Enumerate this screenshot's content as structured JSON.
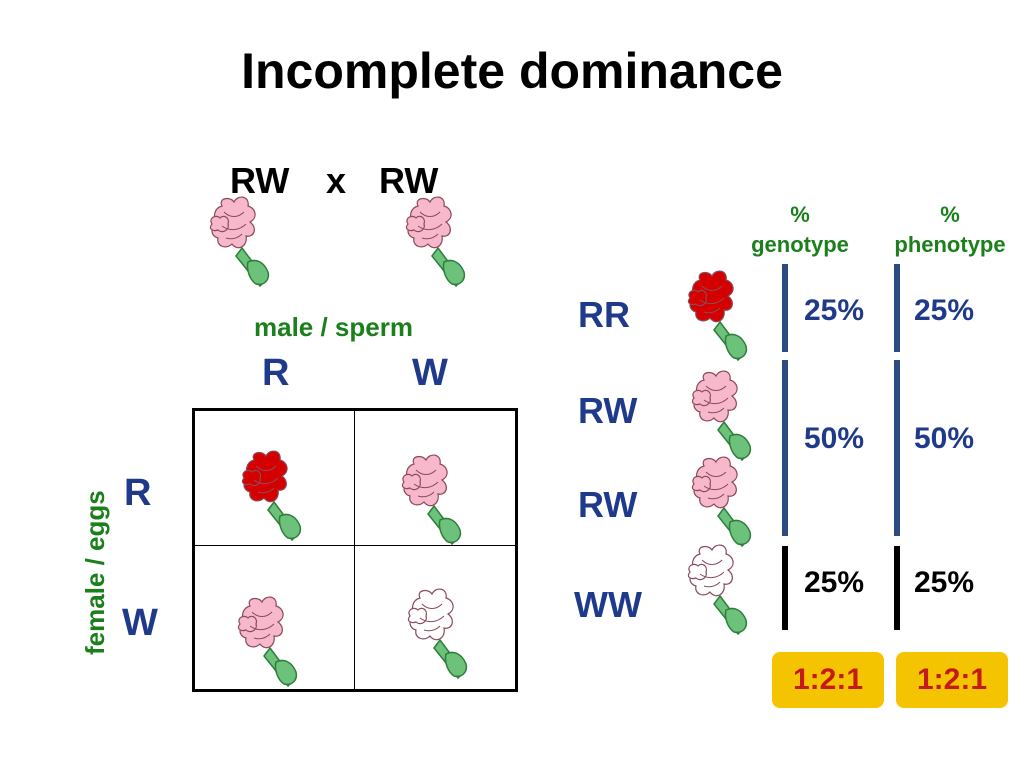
{
  "title": "Incomplete dominance",
  "cross": {
    "parent1": "RW",
    "operator": "x",
    "parent2": "RW"
  },
  "punnett": {
    "male_label": "male / sperm",
    "female_label": "female / eggs",
    "male_alleles": [
      "R",
      "W"
    ],
    "female_alleles": [
      "R",
      "W"
    ]
  },
  "results": {
    "genotype_header": {
      "symbol": "%",
      "word": "genotype"
    },
    "phenotype_header": {
      "symbol": "%",
      "word": "phenotype"
    },
    "rows": [
      {
        "genotype": "RR",
        "flower": "red"
      },
      {
        "genotype": "RW",
        "flower": "pink"
      },
      {
        "genotype": "RW",
        "flower": "pink"
      },
      {
        "genotype": "WW",
        "flower": "white"
      }
    ],
    "genotype_percents": [
      "25%",
      "50%",
      "25%"
    ],
    "phenotype_percents": [
      "25%",
      "50%",
      "25%"
    ],
    "genotype_ratio": "1:2:1",
    "phenotype_ratio": "1:2:1"
  },
  "colors": {
    "red_flower": "#d40000",
    "pink_flower": "#f7b8cc",
    "white_flower": "#ffffff",
    "stem": "#6cc27a",
    "label_green": "#1b7f1b",
    "label_navy": "#1f3a8a",
    "ratio_bg": "#f5c400",
    "ratio_text": "#c41a1a"
  }
}
